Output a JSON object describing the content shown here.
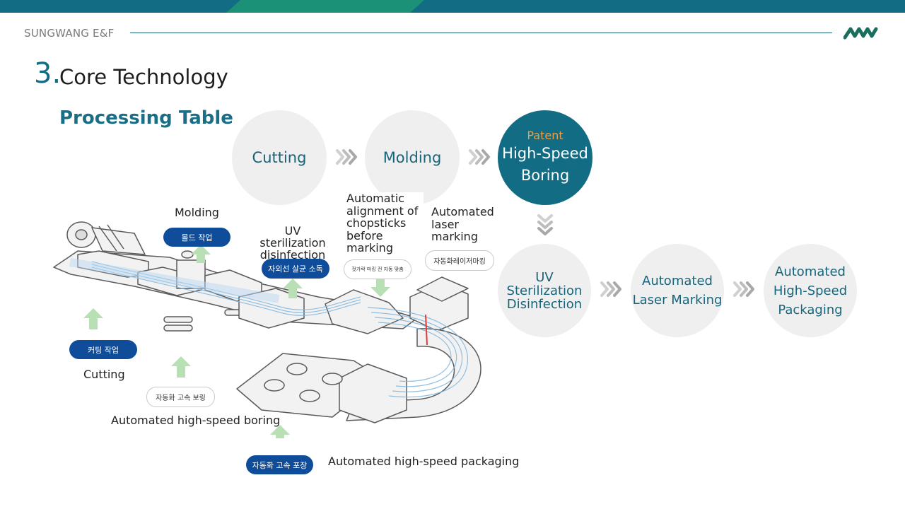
{
  "header": {
    "brand": "SUNGWANG E&F",
    "logo_icon": "brand-logo-icon",
    "colors": {
      "teal": "#126c84",
      "green": "#1a8f6b",
      "blue_pill": "#0f4d9b",
      "gold": "#e8a04a"
    }
  },
  "section": {
    "number": "3.",
    "title": "Core Technology",
    "subtitle": "Processing Table"
  },
  "flow": {
    "steps": [
      {
        "lines": [
          "Cutting"
        ]
      },
      {
        "lines": [
          "Molding"
        ]
      },
      {
        "tag": "Patent",
        "lines": [
          "High-Speed",
          "Boring"
        ]
      },
      {
        "lines": [
          "UV",
          "Sterilization",
          "Disinfection"
        ]
      },
      {
        "lines": [
          "Automated",
          "Laser Marking"
        ]
      },
      {
        "lines": [
          "Automated",
          "High-Speed",
          "Packaging"
        ]
      }
    ]
  },
  "diagram": {
    "labels": {
      "molding": "Molding",
      "uv": "UV sterilization\ndisinfection",
      "alignment": "Automatic\nalignment of\nchopsticks\nbefore\nmarking",
      "laser": "Automated\nlaser\nmarking",
      "cutting": "Cutting",
      "boring": "Automated high-speed boring",
      "packaging": "Automated high-speed packaging"
    },
    "pills": {
      "molding": "몰드 작업",
      "uv": "자외선 살균 소독",
      "alignment": "젓가락 마킹 전 자동 맞춤",
      "laser": "자동화레이저마킹",
      "cutting": "커팅 작업",
      "boring": "자동화 고속 보링",
      "packaging": "자동화 고속 포장"
    }
  }
}
